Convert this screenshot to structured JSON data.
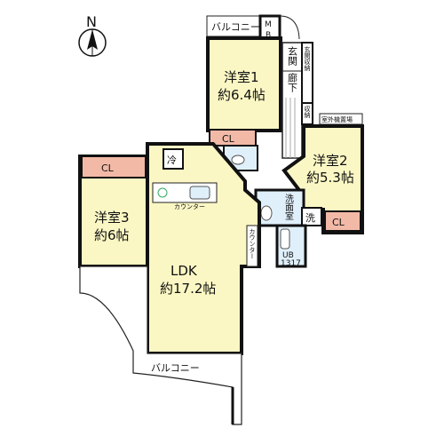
{
  "compass": {
    "north": "N"
  },
  "rooms": {
    "bedroom1": {
      "name": "洋室1",
      "size": "約6.4帖"
    },
    "bedroom2": {
      "name": "洋室2",
      "size": "約5.3帖"
    },
    "bedroom3": {
      "name": "洋室3",
      "size": "約6帖"
    },
    "ldk": {
      "name": "LDK",
      "size": "約17.2帖"
    }
  },
  "labels": {
    "balcony_top": "バルコニー",
    "balcony_bottom": "バルコニー",
    "meter_box": "MB",
    "entrance": "玄関",
    "hallway": "廊下",
    "entrance_storage": "玄関収納",
    "storage": "収納",
    "outdoor_unit": "室外機置場",
    "closet": "CL",
    "fridge": "冷",
    "counter": "カウンター",
    "washroom": "洗面室",
    "washer": "洗",
    "unit_bath": "UB",
    "unit_bath_size": "1317"
  }
}
